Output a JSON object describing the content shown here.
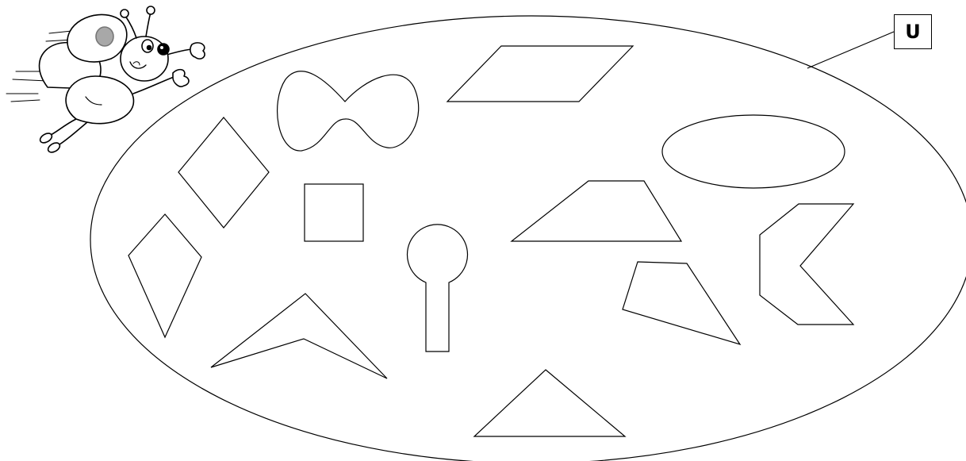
{
  "universe": {
    "label": "U",
    "stroke_color": "#000000",
    "fill_color": "#ffffff"
  },
  "mascot": {
    "icon": "flying-bee-icon",
    "body_color": "#ffffff",
    "wing_spot_color": "#a8a8a8"
  },
  "shapes": [
    {
      "kind": "rhombus"
    },
    {
      "kind": "kite"
    },
    {
      "kind": "peanut-curve"
    },
    {
      "kind": "square"
    },
    {
      "kind": "concave-arrowhead"
    },
    {
      "kind": "keyhole"
    },
    {
      "kind": "parallelogram"
    },
    {
      "kind": "ellipse"
    },
    {
      "kind": "trapezoid"
    },
    {
      "kind": "quadrilateral"
    },
    {
      "kind": "concave-chevron"
    },
    {
      "kind": "triangle"
    }
  ]
}
